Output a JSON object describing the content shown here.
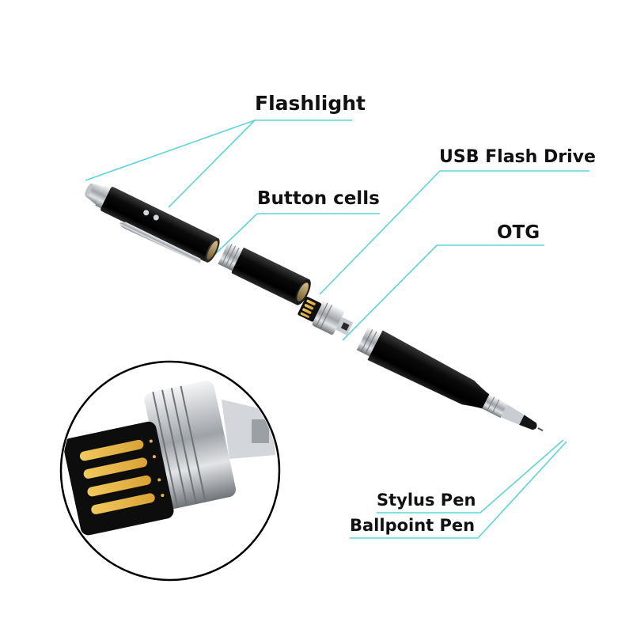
{
  "labels": {
    "flashlight": "Flashlight",
    "button_cells": "Button cells",
    "usb_flash_drive": "USB Flash Drive",
    "otg": "OTG",
    "stylus_pen": "Stylus Pen",
    "ballpoint_pen": "Ballpoint Pen"
  },
  "colors": {
    "leader_line": "#5ed3d8",
    "pen_body": "#101010",
    "metal": "#c9ccd0",
    "gold_contacts": "#e7b64a",
    "background": "#ffffff"
  }
}
